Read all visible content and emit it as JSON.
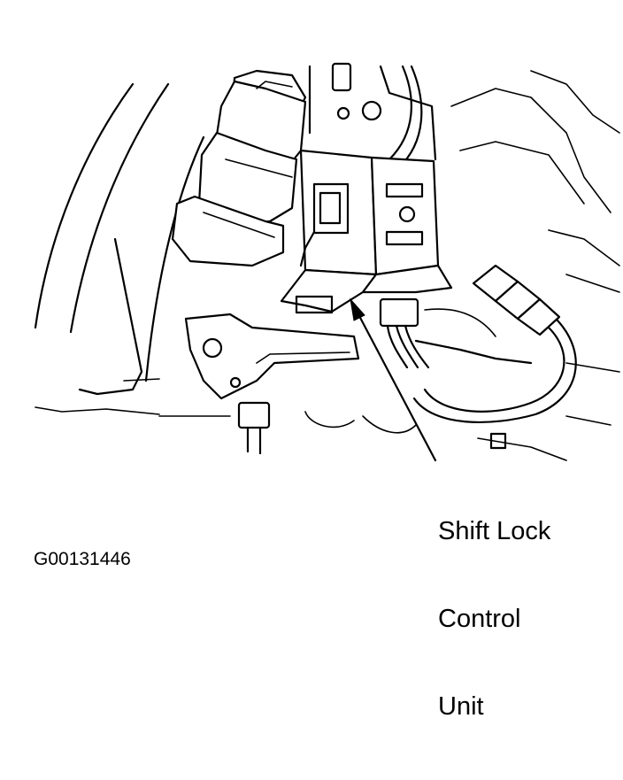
{
  "figure": {
    "callout_lines": [
      "Shift Lock",
      "Control",
      "Unit"
    ],
    "figure_id": "G00131446"
  },
  "colors": {
    "ink": "#000000",
    "paper": "#ffffff"
  }
}
